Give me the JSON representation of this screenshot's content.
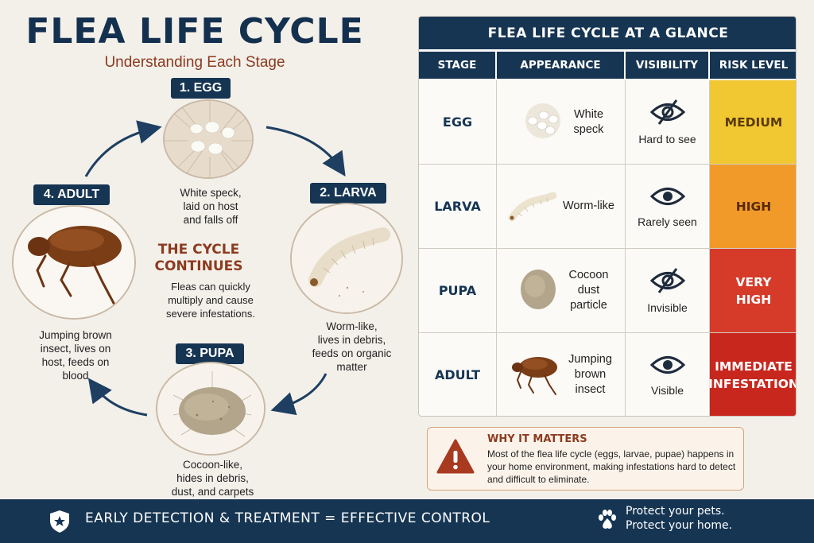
{
  "header": {
    "title": "FLEA LIFE CYCLE",
    "subtitle": "Understanding Each Stage"
  },
  "cycle": {
    "stages": [
      {
        "label": "1. EGG",
        "desc": "White speck,\nlaid on host\nand falls off"
      },
      {
        "label": "2. LARVA",
        "desc": "Worm-like,\nlives in debris,\nfeeds on organic\nmatter"
      },
      {
        "label": "3. PUPA",
        "desc": "Cocoon-like,\nhides in debris,\ndust, and carpets"
      },
      {
        "label": "4. ADULT",
        "desc": "Jumping brown\ninsect, lives on\nhost, feeds on\nblood"
      }
    ],
    "center_heading": "THE CYCLE CONTINUES",
    "center_text": "Fleas can quickly multiply and cause severe infestations."
  },
  "table": {
    "title": "FLEA LIFE CYCLE AT A GLANCE",
    "headers": [
      "STAGE",
      "APPEARANCE",
      "VISIBILITY",
      "RISK LEVEL"
    ],
    "rows": [
      {
        "stage": "EGG",
        "appearance": "White\nspeck",
        "visibility": "Hard to see",
        "visibility_icon": "eye-slash-icon",
        "risk": "MEDIUM",
        "risk_color": "#f2c832",
        "risk_text_color": "#5a3a05"
      },
      {
        "stage": "LARVA",
        "appearance": "Worm-like",
        "visibility": "Rarely seen",
        "visibility_icon": "eye-icon",
        "risk": "HIGH",
        "risk_color": "#f19a2a",
        "risk_text_color": "#5a2a05"
      },
      {
        "stage": "PUPA",
        "appearance": "Cocoon\ndust\nparticle",
        "visibility": "Invisible",
        "visibility_icon": "eye-slash-icon",
        "risk": "VERY\nHIGH",
        "risk_color": "#d63b2a",
        "risk_text_color": "#ffffff"
      },
      {
        "stage": "ADULT",
        "appearance": "Jumping\nbrown\ninsect",
        "visibility": "Visible",
        "visibility_icon": "eye-icon",
        "risk": "IMMEDIATE\nINFESTATION",
        "risk_color": "#c8271e",
        "risk_text_color": "#ffffff"
      }
    ]
  },
  "why": {
    "title": "WHY IT MATTERS",
    "text": "Most of the flea life cycle (eggs, larvae, pupae) happens in your home environment, making infestations hard to detect and difficult to eliminate."
  },
  "footer": {
    "slogan": "EARLY DETECTION & TREATMENT = EFFECTIVE CONTROL",
    "right_line1": "Protect your pets.",
    "right_line2": "Protect your home."
  },
  "colors": {
    "navy": "#163553",
    "rust": "#8c3b1f",
    "background": "#f3f0ea"
  }
}
